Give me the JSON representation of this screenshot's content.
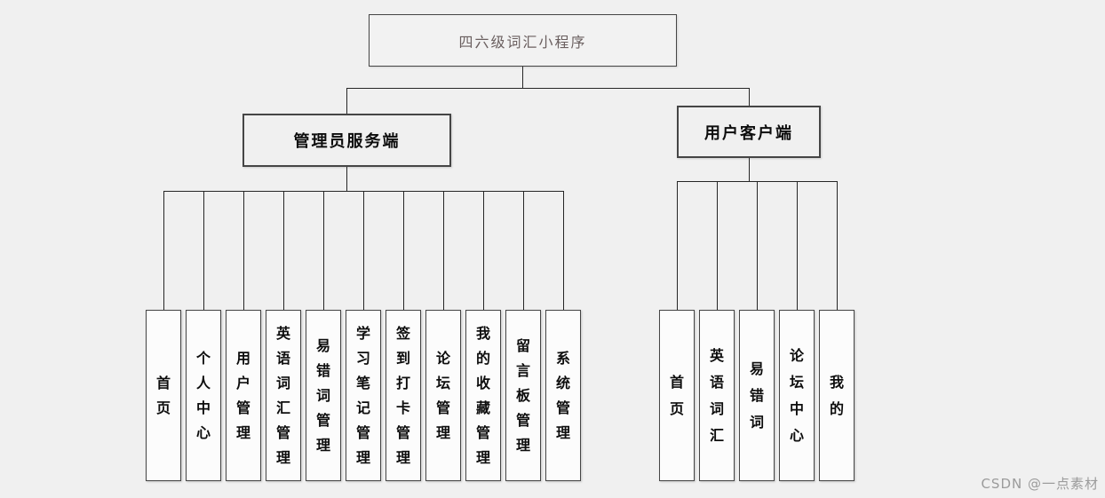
{
  "colors": {
    "page_bg": "#f0f0f0",
    "box_border": "#454545",
    "leaf_fill": "#fcfcfc",
    "parent_fill": "#f0f0f0",
    "title_fill": "#f2f2f2",
    "line": "#262626",
    "title_text": "#6a5f5f",
    "label_text": "#0d0d0d",
    "watermark_text": "#9b9b9b"
  },
  "diagram": {
    "root": {
      "label": "四六级词汇小程序"
    },
    "branches": [
      {
        "label": "管理员服务端",
        "children": [
          "首页",
          "个人中心",
          "用户管理",
          "英语词汇管理",
          "易错词管理",
          "学习笔记管理",
          "签到打卡管理",
          "论坛管理",
          "我的收藏管理",
          "留言板管理",
          "系统管理"
        ]
      },
      {
        "label": "用户客户端",
        "children": [
          "首页",
          "英语词汇",
          "易错词",
          "论坛中心",
          "我的"
        ]
      }
    ]
  },
  "watermark": {
    "text": "CSDN @一点素材"
  }
}
